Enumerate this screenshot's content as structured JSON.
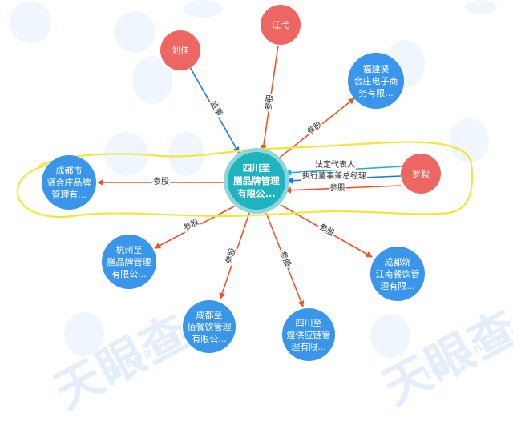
{
  "watermark": {
    "brand": "天眼查",
    "domain": "tianyancha.com"
  },
  "colors": {
    "person_node": "#ec6662",
    "company_node": "#3a96ea",
    "center_node": "#1fb3bf",
    "center_ring": "#8fd6dc",
    "edge_shareholding": "#e8562a",
    "edge_supervisor": "#1a7ad9",
    "edge_legal_rep": "#27a9d0",
    "edge_executive": "#1a7ad9",
    "highlight_annotation": "#f2e63a"
  },
  "center": {
    "lines": [
      "四川至",
      "膳品牌管理",
      "有限公..."
    ]
  },
  "persons": [
    {
      "id": "liujia",
      "name": "刘佳"
    },
    {
      "id": "jiangge",
      "name": "江弋"
    },
    {
      "id": "luoyi",
      "name": "罗毅"
    }
  ],
  "companies": [
    {
      "id": "fujian",
      "lines": [
        "福建贤",
        "合庄电子商",
        "务有限..."
      ]
    },
    {
      "id": "chengdu_shi",
      "lines": [
        "成都市",
        "贤合庄品牌",
        "管理有..."
      ]
    },
    {
      "id": "hangzhou",
      "lines": [
        "杭州至",
        "膳品牌管理",
        "有限公..."
      ]
    },
    {
      "id": "chengdu_bai",
      "lines": [
        "成都至",
        "佰餐饮管理",
        "有限公..."
      ]
    },
    {
      "id": "sichuan_huang",
      "lines": [
        "四川至",
        "煌供应链管",
        "理有限..."
      ]
    },
    {
      "id": "chengdu_shao",
      "lines": [
        "成都烧",
        "江南餐饮管",
        "理有限..."
      ]
    }
  ],
  "edges": [
    {
      "from": "刘佳",
      "to": "center",
      "label": "监事"
    },
    {
      "from": "江弋",
      "to": "center",
      "label": "参股"
    },
    {
      "from": "center",
      "to": "fujian",
      "label": "参股"
    },
    {
      "from": "center",
      "to": "chengdu_shi",
      "label": "参股"
    },
    {
      "from": "罗毅",
      "to": "center",
      "label": "法定代表人"
    },
    {
      "from": "罗毅",
      "to": "center",
      "label": "执行董事兼总经理"
    },
    {
      "from": "罗毅",
      "to": "center",
      "label": "参股"
    },
    {
      "from": "center",
      "to": "hangzhou",
      "label": "参股"
    },
    {
      "from": "center",
      "to": "chengdu_bai",
      "label": "参股"
    },
    {
      "from": "center",
      "to": "sichuan_huang",
      "label": "参股"
    },
    {
      "from": "center",
      "to": "chengdu_shao",
      "label": "参股"
    }
  ]
}
